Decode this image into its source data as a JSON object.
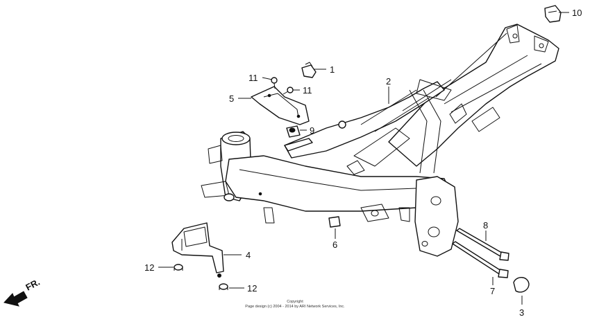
{
  "callouts": {
    "c1": "1",
    "c2": "2",
    "c3": "3",
    "c4": "4",
    "c5": "5",
    "c6": "6",
    "c7": "7",
    "c8": "8",
    "c9": "9",
    "c10": "10",
    "c11a": "11",
    "c11b": "11",
    "c12a": "12",
    "c12b": "12"
  },
  "direction": {
    "label": "FR."
  },
  "copyright": {
    "line1": "Copyright",
    "line2": "Page design (c) 2004 - 2014 by ARI Network Services, Inc."
  }
}
